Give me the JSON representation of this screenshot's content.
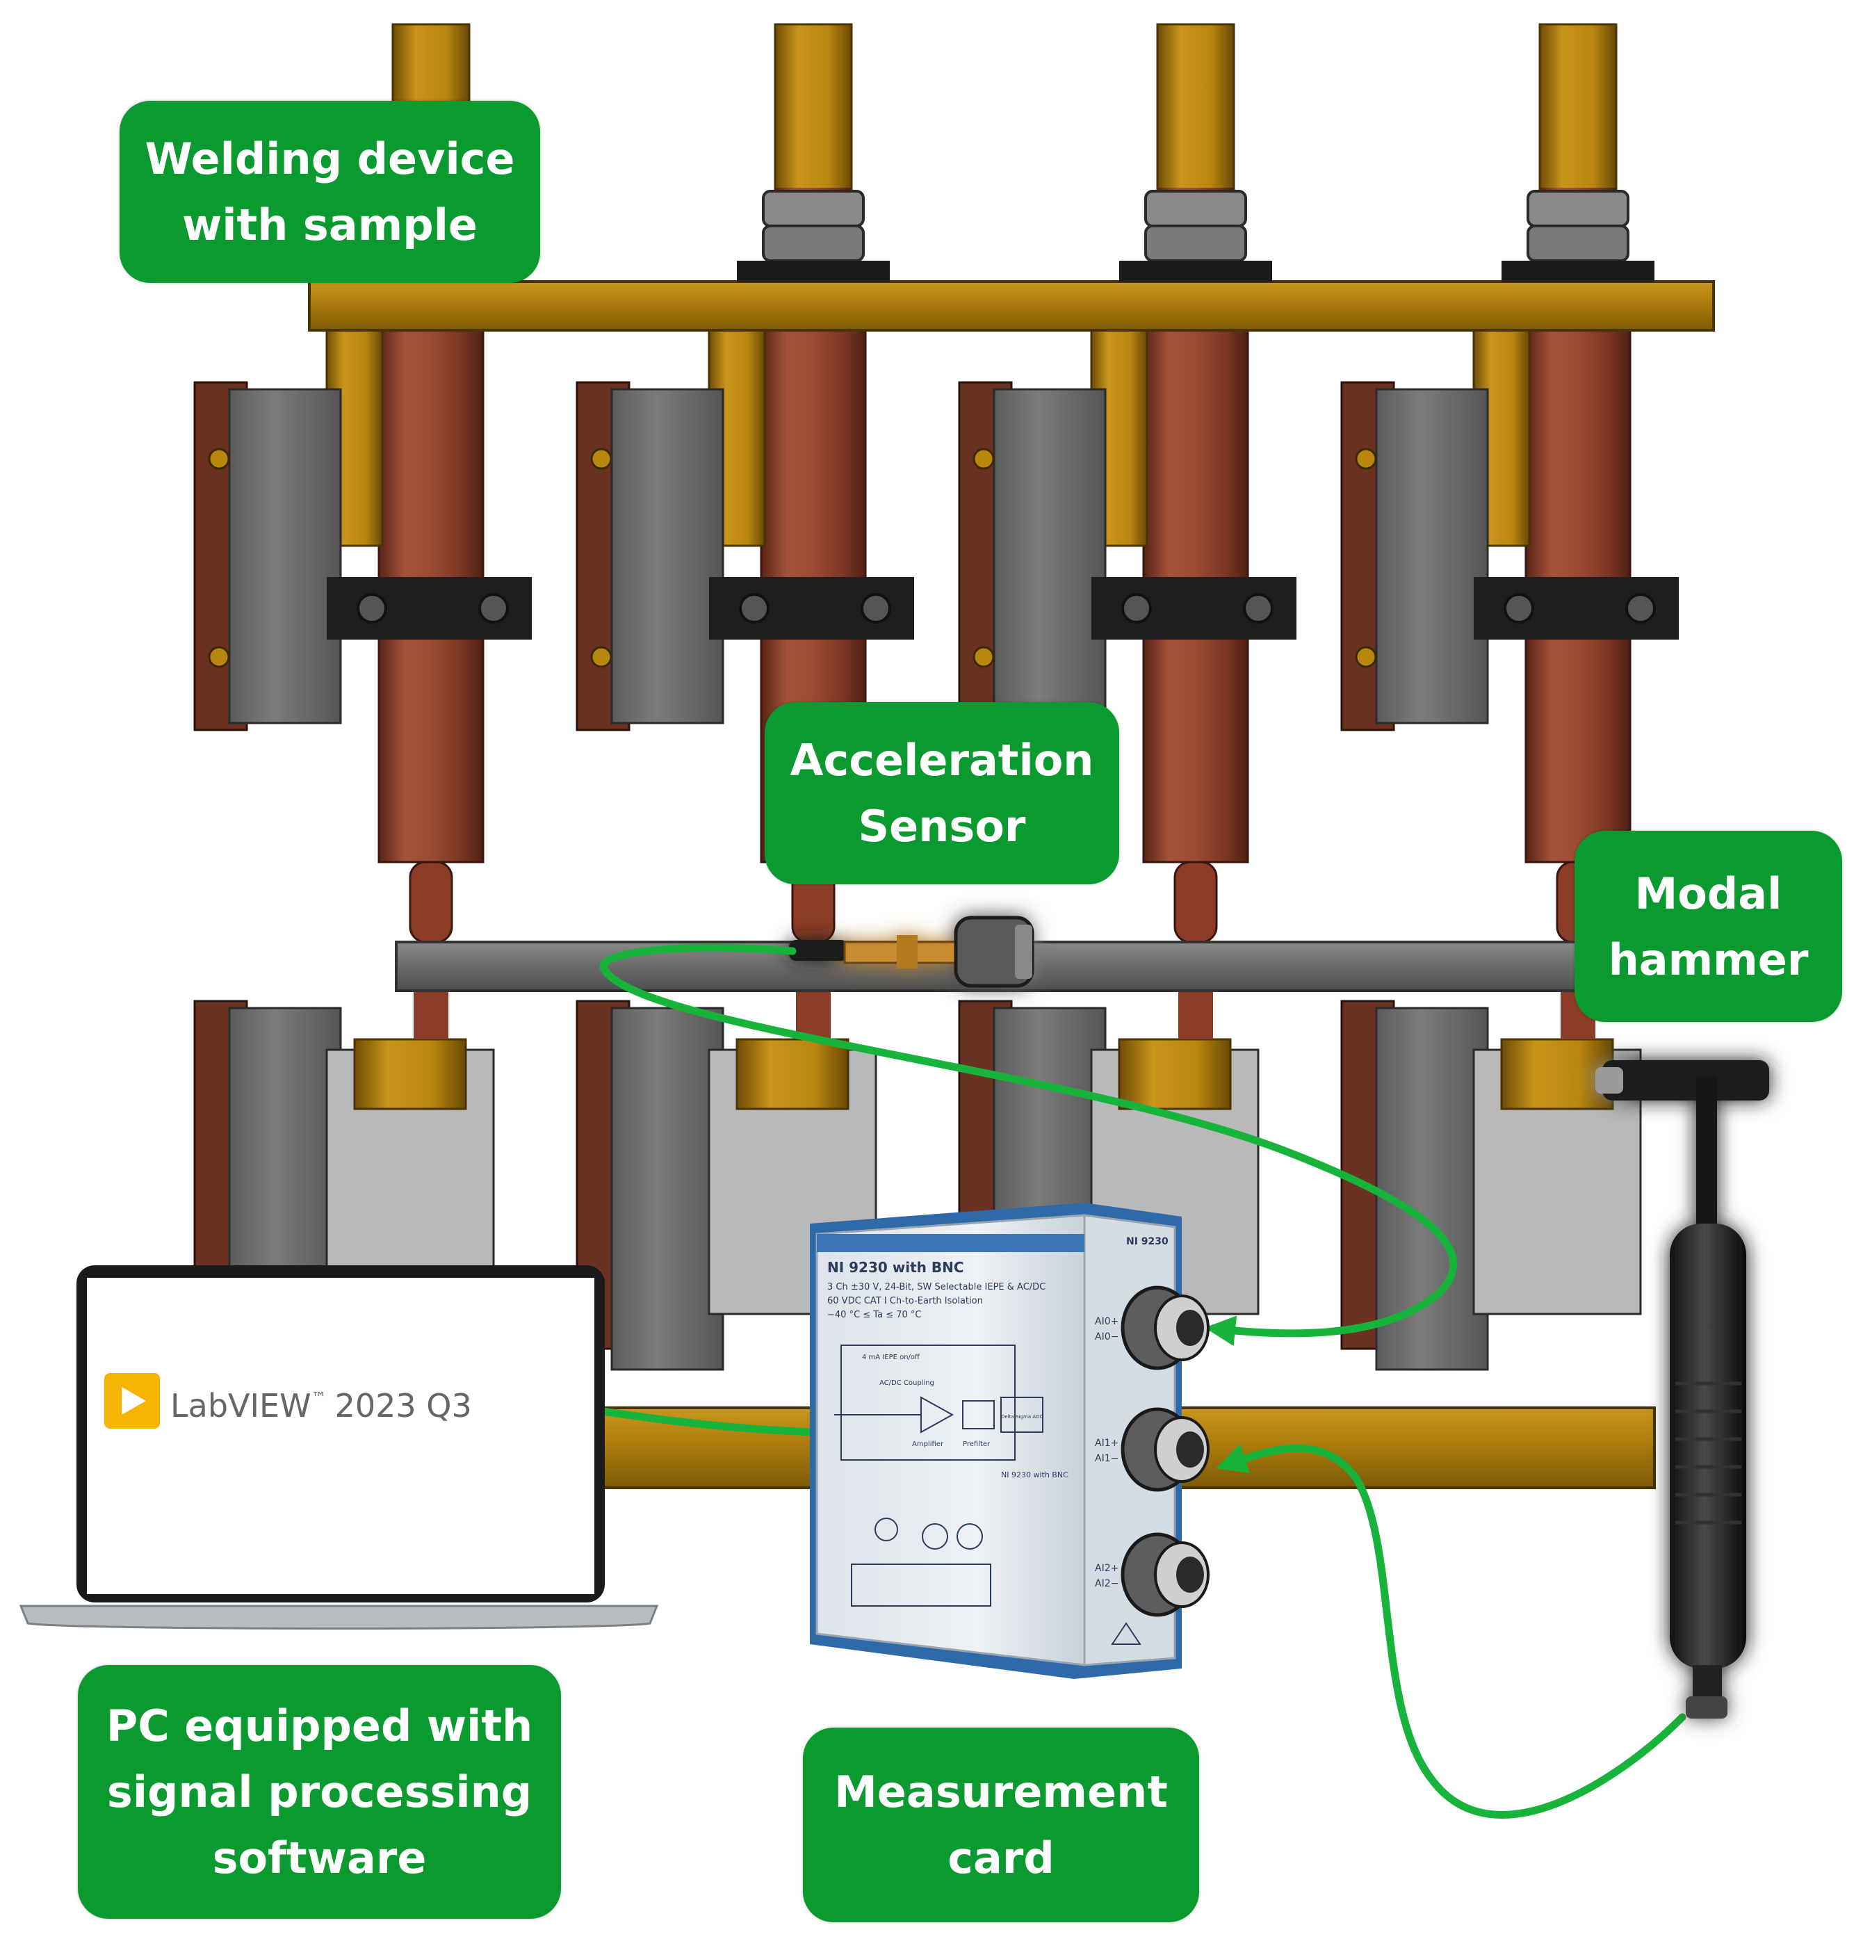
{
  "colors": {
    "callout_bg": "#0a9a2f",
    "callout_text": "#ffffff",
    "signal_line": "#17b33a",
    "copper": "#9b4a32",
    "brass": "#b9860f",
    "steel": "#6d6d6d",
    "card_blue": "#3a76b8",
    "labview_yellow": "#f5b400"
  },
  "labels": {
    "welding_device": [
      "Welding device",
      "with sample"
    ],
    "acceleration_sensor": [
      "Acceleration",
      "Sensor"
    ],
    "modal_hammer": [
      "Modal",
      "hammer"
    ],
    "pc": [
      "PC equipped with",
      "signal processing",
      "software"
    ],
    "measurement_card": [
      "Measurement",
      "card"
    ]
  },
  "laptop": {
    "software_name": "LabVIEW",
    "trademark": "™",
    "version": "2023 Q3"
  },
  "card": {
    "model": "NI 9230 with BNC",
    "side_model": "NI 9230",
    "specs": [
      "3 Ch ±30 V, 24-Bit, SW Selectable IEPE & AC/DC",
      "60 VDC CAT I Ch-to-Earth Isolation",
      "−40 °C ≤ Ta ≤ 70 °C"
    ],
    "diagram_labels": {
      "iepe": "4 mA IEPE on/off",
      "ac_dc": "AC/DC Coupling",
      "amplifier": "Amplifier",
      "prefilter": "Prefilter",
      "adc": "Delta-Sigma ADC",
      "footer": "NI 9230 with BNC"
    },
    "channel_labels": [
      [
        "AI0+",
        "AI0−"
      ],
      [
        "AI1+",
        "AI1−"
      ],
      [
        "AI2+",
        "AI2−"
      ]
    ]
  }
}
